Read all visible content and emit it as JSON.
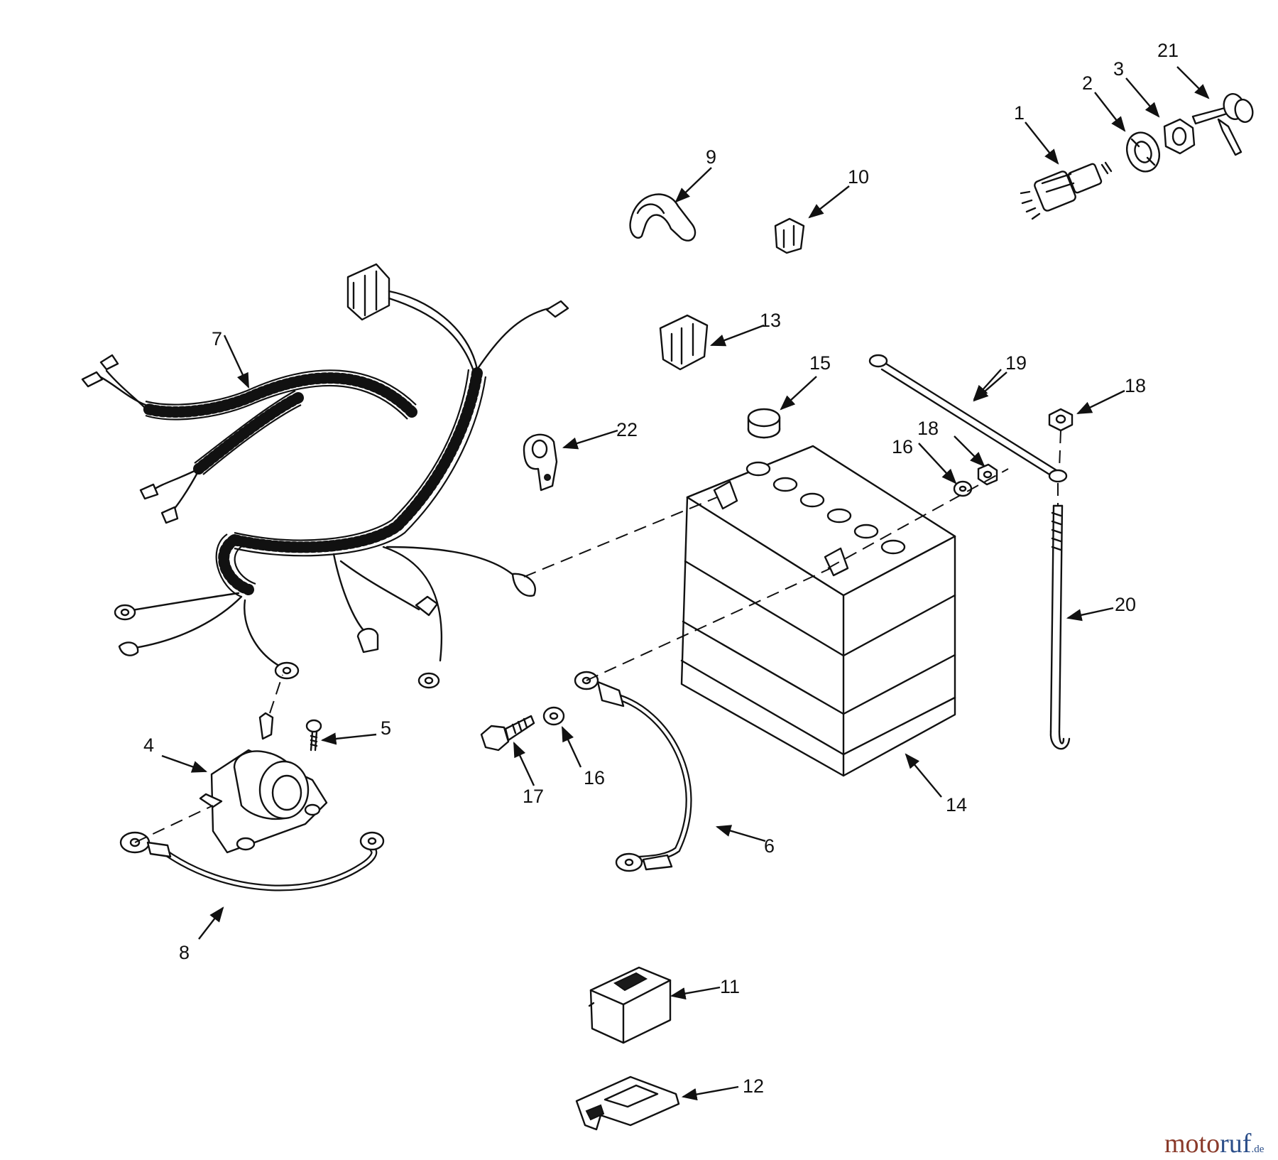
{
  "labels": {
    "p1": "1",
    "p2": "2",
    "p3": "3",
    "p4": "4",
    "p5": "5",
    "p6": "6",
    "p7": "7",
    "p8": "8",
    "p9": "9",
    "p10": "10",
    "p11": "11",
    "p12": "12",
    "p13": "13",
    "p14": "14",
    "p15": "15",
    "p16a": "16",
    "p16b": "16",
    "p17": "17",
    "p18a": "18",
    "p18b": "18",
    "p19": "19",
    "p20": "20",
    "p21": "21",
    "p22": "22"
  },
  "watermark": {
    "part1": "moto",
    "part2": "ruf",
    "suffix": ".de"
  },
  "colors": {
    "line": "#111111",
    "background": "#ffffff",
    "watermark_red": "#8a3a2a",
    "watermark_blue": "#2c4f8a"
  }
}
